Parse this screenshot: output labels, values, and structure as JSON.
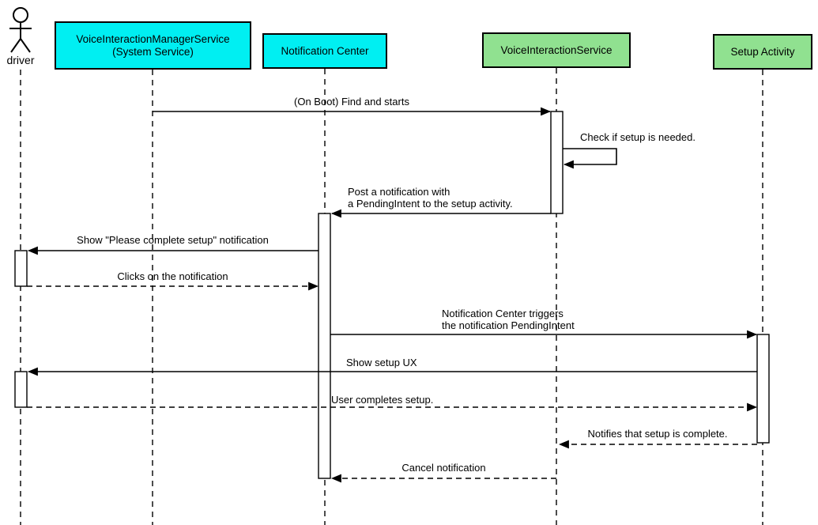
{
  "actor": {
    "label": "driver"
  },
  "participants": [
    {
      "id": "voice-interaction-manager-service",
      "label": "VoiceInteractionManagerService\n(System Service)",
      "fill": "cyan"
    },
    {
      "id": "notification-center",
      "label": "Notification Center",
      "fill": "cyan"
    },
    {
      "id": "voice-interaction-service",
      "label": "VoiceInteractionService",
      "fill": "green"
    },
    {
      "id": "setup-activity",
      "label": "Setup Activity",
      "fill": "green"
    }
  ],
  "messages": [
    {
      "label": "(On Boot) Find and starts",
      "from": "voice-interaction-manager-service",
      "to": "voice-interaction-service",
      "line": "solid"
    },
    {
      "label": "Check if setup is needed.",
      "from": "voice-interaction-service",
      "to": "voice-interaction-service",
      "line": "solid",
      "self_message": true
    },
    {
      "label": "Post a notification with\na PendingIntent to the setup activity.",
      "from": "voice-interaction-service",
      "to": "notification-center",
      "line": "solid"
    },
    {
      "label": "Show \"Please complete setup\" notification",
      "from": "notification-center",
      "to": "driver",
      "line": "solid"
    },
    {
      "label": "Clicks on the notification",
      "from": "driver",
      "to": "notification-center",
      "line": "dashed"
    },
    {
      "label": "Notification Center triggers\nthe notification PendingIntent",
      "from": "notification-center",
      "to": "setup-activity",
      "line": "solid"
    },
    {
      "label": "Show setup UX",
      "from": "setup-activity",
      "to": "driver",
      "line": "solid"
    },
    {
      "label": "User completes setup.",
      "from": "driver",
      "to": "setup-activity",
      "line": "dashed"
    },
    {
      "label": "Notifies that setup is complete.",
      "from": "setup-activity",
      "to": "voice-interaction-service",
      "line": "dashed"
    },
    {
      "label": "Cancel notification",
      "from": "voice-interaction-service",
      "to": "notification-center",
      "line": "dashed"
    }
  ],
  "colors": {
    "participant_cyan": "#00eff2",
    "participant_green": "#90e190",
    "line": "#000000",
    "background": "#ffffff"
  }
}
